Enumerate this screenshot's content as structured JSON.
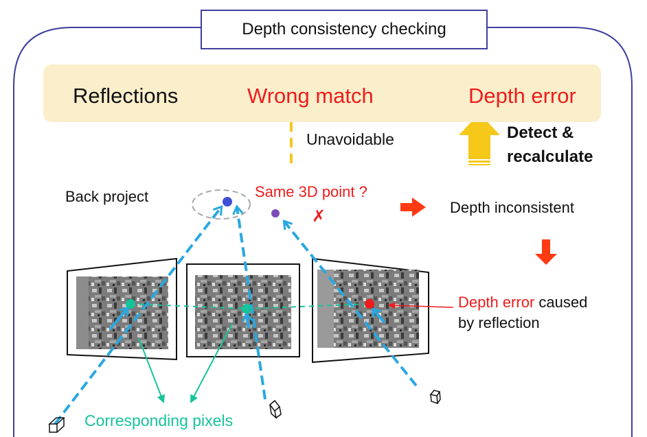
{
  "title": "Depth consistency checking",
  "flow": {
    "reflections": "Reflections",
    "wrong_match": "Wrong match",
    "depth_error": "Depth error",
    "unavoidable": "Unavoidable",
    "detect": "Detect &",
    "recalculate": "recalculate"
  },
  "labels": {
    "back_project": "Back project",
    "same_3d_point": "Same 3D point ?",
    "cross_mark": "✗",
    "depth_inconsistent": "Depth inconsistent",
    "depth_error_caption": "Depth error",
    "caused": " caused",
    "by_reflection": "by reflection",
    "corresponding_pixels": "Corresponding pixels"
  },
  "colors": {
    "red": "#ee1c1c",
    "blue_arrow": "#3a46a8",
    "yellow": "#f5c81a",
    "cyan_dashed": "#29a8e0",
    "green": "#17c39a",
    "point_blue": "#3e4fd8",
    "point_purple": "#7a4cb5",
    "orange_arrow": "#ff3b14",
    "banner": "#fbeecb",
    "outline": "#3f3f9f"
  }
}
